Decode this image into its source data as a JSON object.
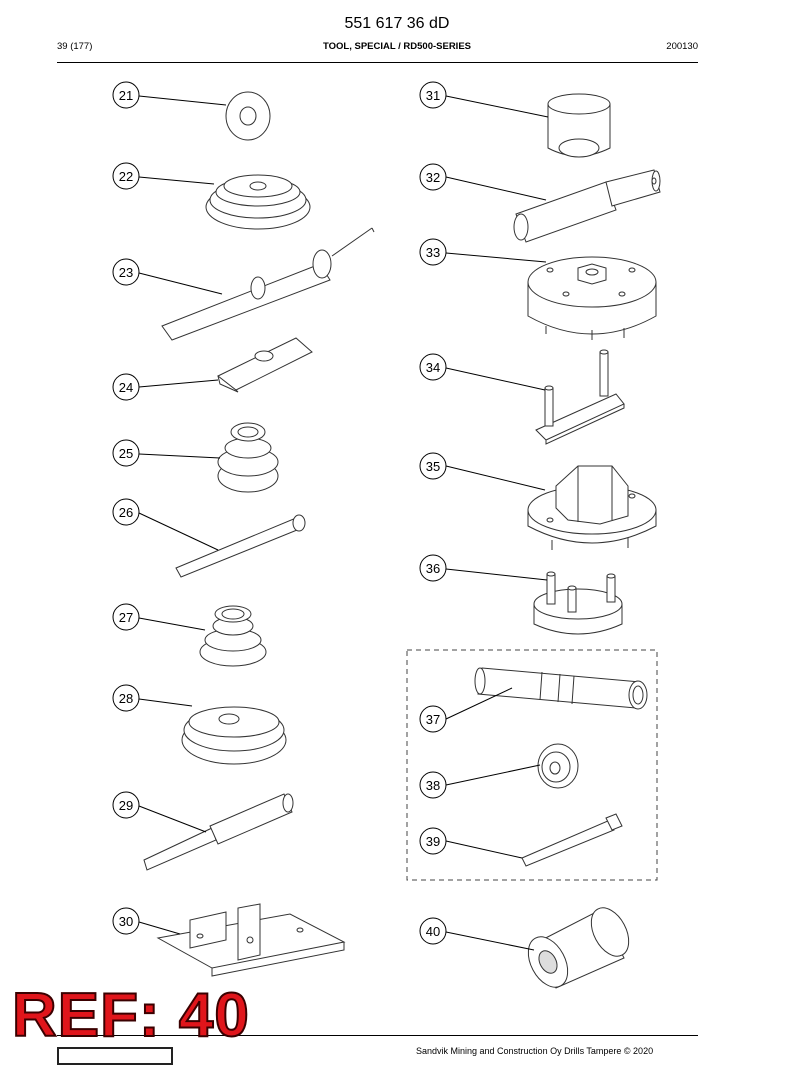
{
  "header": {
    "document_number": "551 617 36 dD",
    "page": "39 (177)",
    "title": "TOOL, SPECIAL / RD500-SERIES",
    "date": "200130"
  },
  "callouts": {
    "c21": "21",
    "c22": "22",
    "c23": "23",
    "c24": "24",
    "c25": "25",
    "c26": "26",
    "c27": "27",
    "c28": "28",
    "c29": "29",
    "c30": "30",
    "c31": "31",
    "c32": "32",
    "c33": "33",
    "c34": "34",
    "c35": "35",
    "c36": "36",
    "c37": "37",
    "c38": "38",
    "c39": "39",
    "c40": "40"
  },
  "stamp": {
    "text": "REF: 40",
    "color": "#e0151b"
  },
  "footer": {
    "copyright": "Sandvik Mining and Construction Oy Drills Tampere © 2020"
  }
}
